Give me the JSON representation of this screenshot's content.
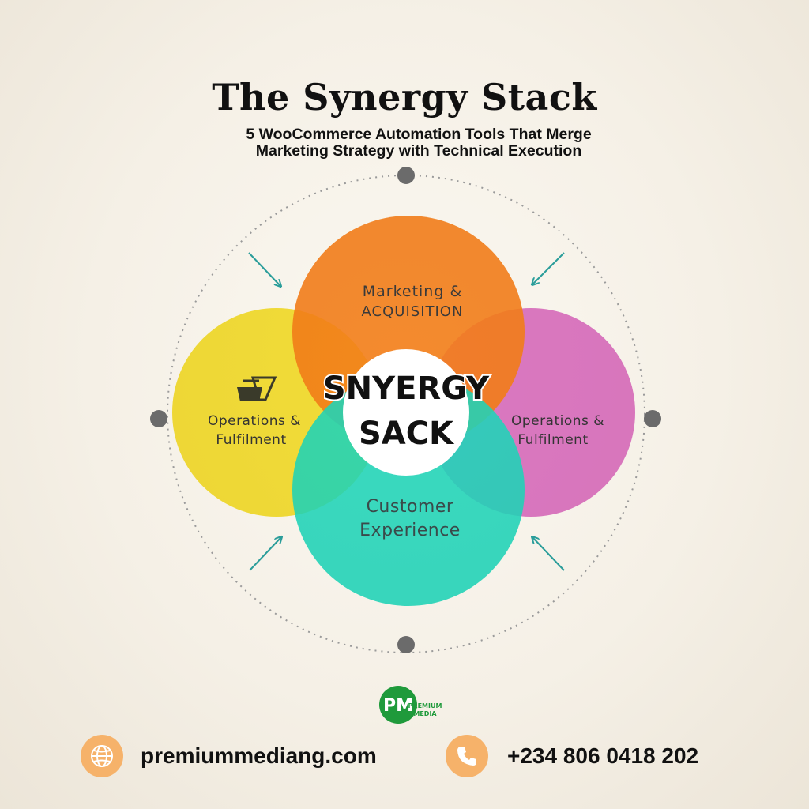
{
  "header": {
    "title": "The Synergy Stack",
    "subtitle_line1": "5 WooCommerce Automation Tools That Merge",
    "subtitle_line2": "Marketing Strategy with Technical Execution"
  },
  "diagram": {
    "center_line1": "SNYERGY",
    "center_line2": "SACK",
    "circles": {
      "top": {
        "line1": "Marketing &",
        "line2": "ACQUISITION",
        "color": "#f7821b"
      },
      "left": {
        "line1": "Operations &",
        "line2": "Fulfilment",
        "color": "#f5e12a"
      },
      "right": {
        "line1": "Operations &",
        "line2": "Fulfilment",
        "color": "#dc6ec9"
      },
      "bottom": {
        "line1": "Customer",
        "line2": "Experience",
        "color": "#1fddc6"
      }
    },
    "colors": {
      "arrow": "#2a9d9a",
      "orbit_dot": "#6b6b6b",
      "center_bg": "#ffffff"
    }
  },
  "footer": {
    "logo_letters": "PM",
    "logo_line1": "PREMIUM",
    "logo_line2": "MEDIA",
    "website": "premiummediang.com",
    "phone": "+234 806 0418 202",
    "website_icon": "globe-icon",
    "phone_icon": "phone-icon",
    "accent": "#f6b26a",
    "brand_green": "#1f9a3b"
  }
}
